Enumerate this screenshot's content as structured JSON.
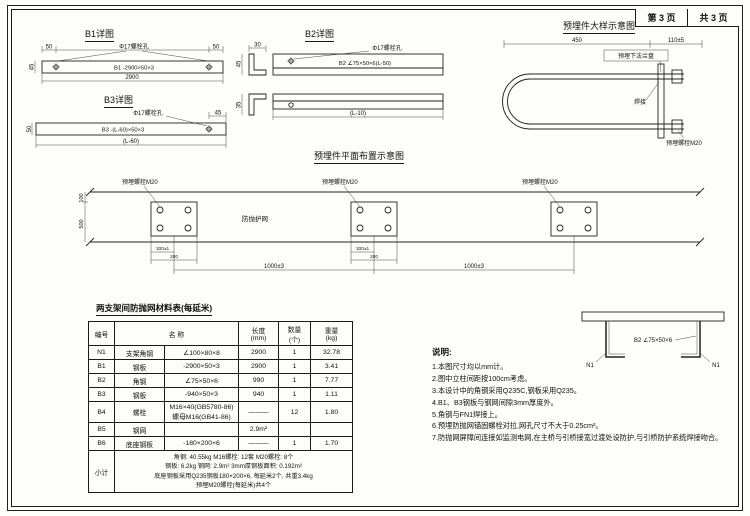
{
  "sheet": {
    "page_label": "第 3 页",
    "total_label": "共 3 页"
  },
  "b1": {
    "title": "B1详图",
    "hole_label": "Φ17螺栓孔",
    "dim_edge_left": "50",
    "dim_edge_right": "50",
    "dim_height": "45",
    "spec": "B1 -2900×50×3",
    "dim_length": "2900"
  },
  "b2": {
    "title": "B2详图",
    "hole_label": "Φ17螺栓孔",
    "dim_width": "30",
    "dim_height_top": "45",
    "dim_height_bottom": "35",
    "spec": "B2 ∠75×50×6(L-50)",
    "dim_length": "(L-10)"
  },
  "b3": {
    "title": "B3详图",
    "hole_label": "Φ17螺栓孔",
    "dim_edge": "45",
    "dim_height": "50",
    "spec": "B3 -(L-60)×50×3",
    "dim_length": "(L-60)"
  },
  "embed_detail": {
    "title": "预埋件大样示意图",
    "dim_length": "450",
    "dim_offset": "110±5",
    "flange_label": "预埋下法兰盘",
    "weld_label": "焊接",
    "bolt_label": "预埋螺栓M20"
  },
  "plan": {
    "title": "预埋件平面布置示意图",
    "bolt_labels": [
      "预埋螺栓M20",
      "预埋螺栓M20",
      "预埋螺栓M20"
    ],
    "net_label": "防抛护网",
    "dim_top": "100",
    "dim_height": "500",
    "dim_plate1_a": "100±1",
    "dim_plate1_b": "200",
    "dim_plate2_a": "100±1",
    "dim_plate2_b": "200",
    "dim_span1": "1000±3",
    "dim_span2": "1000±3"
  },
  "corner_detail": {
    "label_b2": "B2 ∠75×50×6",
    "label_n1_left": "N1",
    "label_n1_right": "N1"
  },
  "material_table": {
    "title": "两支架间防抛网材料表(每延米)",
    "headers": {
      "id": "编号",
      "name": "名  称",
      "length": "长度\n(mm)",
      "qty": "数量\n(个)",
      "weight": "重量\n(kg)"
    },
    "rows": [
      {
        "id": "N1",
        "name": "支架角钢",
        "spec": "∠100×80×8",
        "length": "2900",
        "qty": "1",
        "weight": "32.78"
      },
      {
        "id": "B1",
        "name": "钢板",
        "spec": "-2900×50×3",
        "length": "2900",
        "qty": "1",
        "weight": "3.41"
      },
      {
        "id": "B2",
        "name": "角钢",
        "spec": "∠75×50×6",
        "length": "990",
        "qty": "1",
        "weight": "7.77"
      },
      {
        "id": "B3",
        "name": "钢板",
        "spec": "-940×50×3",
        "length": "940",
        "qty": "1",
        "weight": "1.11"
      },
      {
        "id": "B4",
        "name": "螺栓",
        "spec": "M16×40(GB5780-86)\n螺母M16(GB41-86)",
        "length": "———",
        "qty": "12",
        "weight": "1.80"
      },
      {
        "id": "B5",
        "name": "钢网",
        "spec": "",
        "length": "2.9m²",
        "qty": "",
        "weight": ""
      },
      {
        "id": "B6",
        "name": "底座钢板",
        "spec": "-180×200×6",
        "length": "———",
        "qty": "1",
        "weight": "1.70"
      }
    ],
    "subtotal_label": "小计",
    "subtotal_lines": [
      "角钢: 40.55kg    M16螺栓: 12套    M20螺栓: 8个",
      "钢板: 6.2kg    钢网: 2.9m²    3mm厚钢板面积: 0.192m²",
      "底座钢板采用Q235钢板180×200×6, 每延米2个, 共重3.4kg",
      "预埋M20螺栓(每延米)共4个"
    ]
  },
  "notes": {
    "title": "说明:",
    "items": [
      "1.本图尺寸均以mm计。",
      "2.图中立柱间距按100cm考虑。",
      "3.本设计中的角钢采用Q235C,钢板采用Q235。",
      "4.B1、B3钢板与钢网间隙3mm厚度外。",
      "5.角钢与FN1焊接上。",
      "6.预埋防抛网锚固螺栓对拉,网孔尺寸不大于0.25cm²。",
      "7.防抛网屏障间连接如监测电网,在主桥与引桥接宽过渡处设防护,与引桥防护系统焊接吻合。"
    ]
  }
}
